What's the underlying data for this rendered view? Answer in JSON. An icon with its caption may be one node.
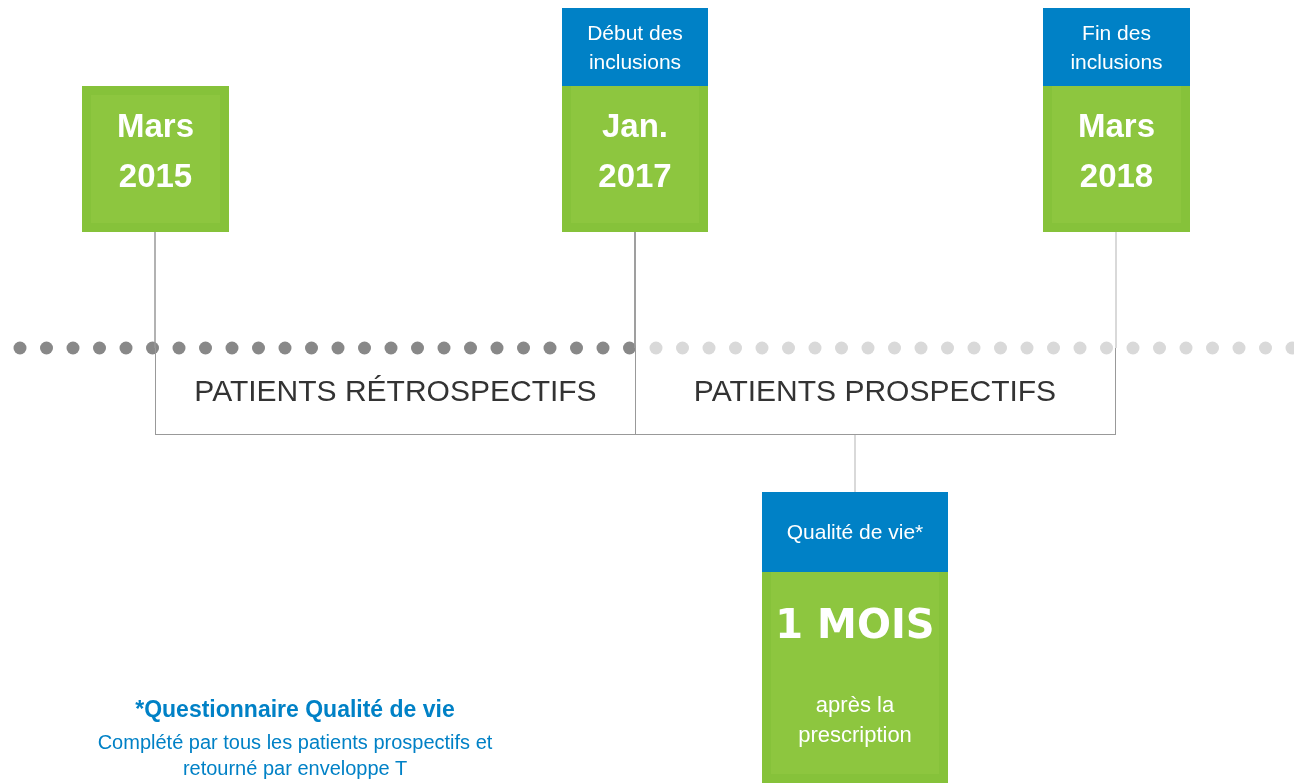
{
  "diagram": {
    "nodes": [
      {
        "text": [
          "Mars 2015"
        ]
      },
      {
        "text": [
          "Début des inclusions",
          "Jan. 2017"
        ]
      },
      {
        "text": [
          "Fin des inclusions",
          "Mars 2018"
        ]
      },
      {
        "text": [
          "PATIENTS RÉTROSPECTIFS"
        ]
      },
      {
        "text": [
          "PATIENTS PROSPECTIFS"
        ]
      },
      {
        "text": [
          "Qualité de vie*",
          "1 MOIS",
          "après la prescription"
        ]
      }
    ],
    "edges": [
      {
        "from": 0,
        "to": 3,
        "arrow": "none"
      },
      {
        "from": 1,
        "to": 3,
        "arrow": "none"
      },
      {
        "from": 1,
        "to": 4,
        "arrow": "none"
      },
      {
        "from": 2,
        "to": 4,
        "arrow": "none",
        "color": "#cccccc"
      },
      {
        "from": 4,
        "to": 5,
        "arrow": "none",
        "color": "#cccccc"
      }
    ],
    "labels": [
      "*Questionnaire Qualité de vie",
      "Complété par tous les patients prospectifs et retourné par enveloppe T"
    ]
  }
}
